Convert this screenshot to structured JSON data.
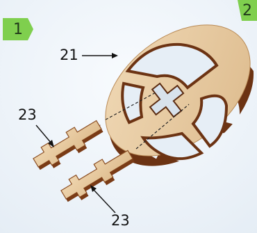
{
  "steps": {
    "current": "1",
    "next": "2"
  },
  "callouts": {
    "wheel": "21",
    "peg_upper": "23",
    "peg_lower": "23"
  },
  "colors": {
    "step_badge": "#7fcf4e",
    "wood_face": "#e8cda6",
    "wood_edge": "#7a3b16",
    "background": "#eaf1f7"
  }
}
